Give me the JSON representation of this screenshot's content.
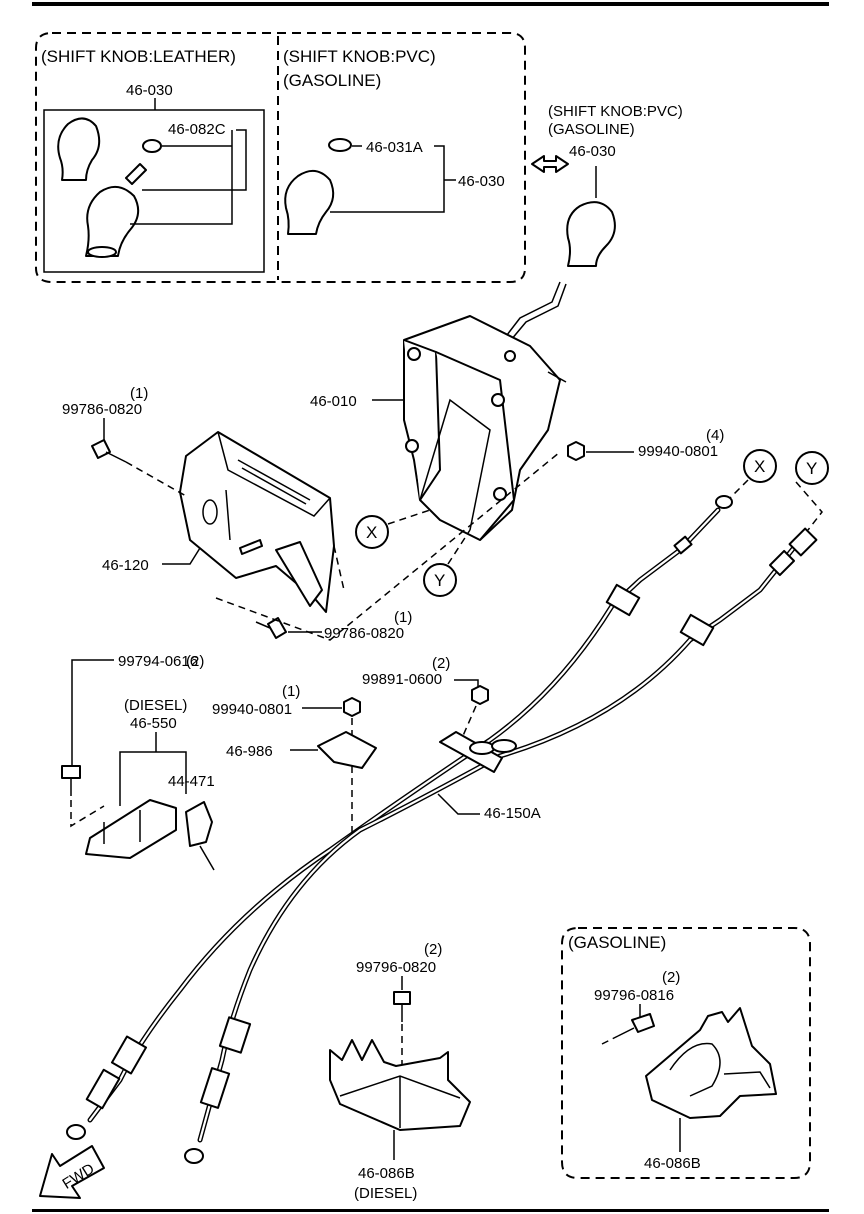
{
  "top_left_box": {
    "leather_header": "(SHIFT KNOB:LEATHER)",
    "leather_part": "46-030",
    "leather_sub": "46-082C",
    "pvc_header_1": "(SHIFT KNOB:PVC)",
    "pvc_header_2": "(GASOLINE)",
    "pvc_sub": "46-031A",
    "pvc_part": "46-030"
  },
  "alt_knob": {
    "header_1": "(SHIFT KNOB:PVC)",
    "header_2": "(GASOLINE)",
    "part": "46-030"
  },
  "shifter": {
    "housing": "46-010",
    "bracket": "46-120",
    "bolt_top_qty": "(1)",
    "bolt_top": "99786-0820",
    "bolt_bottom_qty": "(1)",
    "bolt_bottom": "99786-0820",
    "nut_qty": "(4)",
    "nut": "99940-0801",
    "ref_x": "X",
    "ref_y": "Y"
  },
  "cables": {
    "assembly": "46-150A",
    "nut_qty": "(2)",
    "nut": "99891-0600",
    "ref_x": "X",
    "ref_y": "Y"
  },
  "diesel_bracket": {
    "bolt_qty": "(2)",
    "bolt": "99794-0616",
    "header": "(DIESEL)",
    "bracket": "46-550",
    "clip": "44-471",
    "nut_qty": "(1)",
    "nut": "99940-0801",
    "clamp": "46-986"
  },
  "diesel_cover": {
    "bolt_qty": "(2)",
    "bolt": "99796-0820",
    "part": "46-086B",
    "variant": "(DIESEL)"
  },
  "gasoline_box": {
    "header": "(GASOLINE)",
    "bolt_qty": "(2)",
    "bolt": "99796-0816",
    "part": "46-086B"
  },
  "fwd_arrow": "FWD"
}
